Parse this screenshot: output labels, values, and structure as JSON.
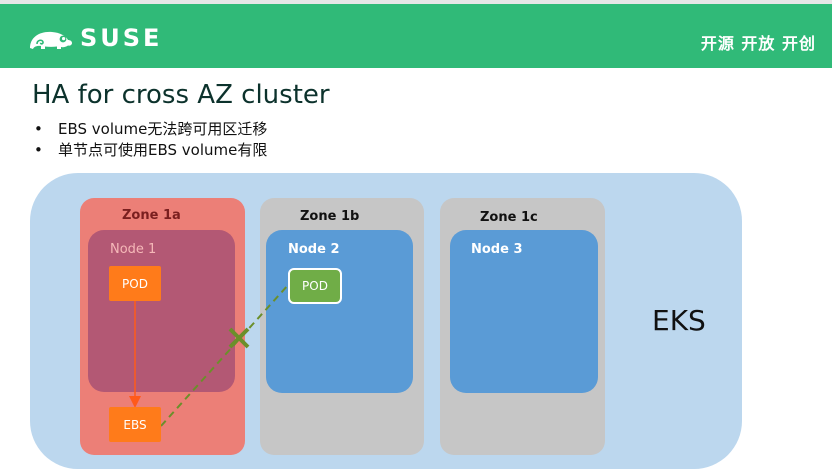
{
  "header": {
    "logo_text": "SUSE",
    "slogan": "开源 开放 开创",
    "brand_color": "#30ba78"
  },
  "title": "HA for cross AZ cluster",
  "bullets": [
    "EBS volume无法跨可用区迁移",
    "单节点可使用EBS volume有限"
  ],
  "diagram": {
    "cluster_label": "EKS",
    "zones": [
      {
        "label": "Zone 1a",
        "node": "Node 1",
        "pod": "POD",
        "volume": "EBS"
      },
      {
        "label": "Zone 1b",
        "node": "Node 2",
        "pod": "POD"
      },
      {
        "label": "Zone 1c",
        "node": "Node 3"
      }
    ],
    "colors": {
      "cluster": "#bcd7ee",
      "zone_active": "#ec7f77",
      "zone": "#c6c6c6",
      "node_active": "#b35874",
      "node": "#5a9bd6",
      "pod_orange": "#ff7b1a",
      "pod_green": "#70ad47",
      "blocked_link": "#6b8f2a"
    }
  }
}
